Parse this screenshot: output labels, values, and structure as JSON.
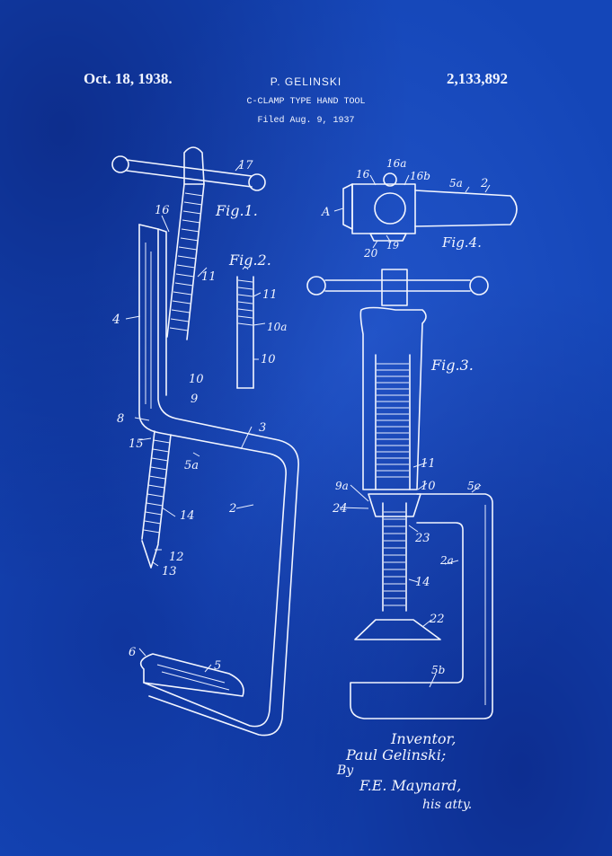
{
  "header": {
    "date": "Oct. 18, 1938.",
    "inventor": "P. GELINSKI",
    "patent_number": "2,133,892",
    "title": "C-CLAMP TYPE HAND TOOL",
    "filed": "Filed Aug. 9, 1937"
  },
  "figures": {
    "fig1": "Fig.1.",
    "fig2": "Fig.2.",
    "fig3": "Fig.3.",
    "fig4": "Fig.4."
  },
  "reference_labels": {
    "l17": "17",
    "l16": "16",
    "l11": "11",
    "l4": "4",
    "l10": "10",
    "l9": "9",
    "l8": "8",
    "l15": "15",
    "l3": "3",
    "l5a": "5a",
    "l2": "2",
    "l14": "14",
    "l12": "12",
    "l13": "13",
    "l6": "6",
    "l5": "5",
    "f2_11": "11",
    "f2_10a": "10a",
    "f2_10": "10",
    "f4_16a": "16a",
    "f4_16": "16",
    "f4_16b": "16b",
    "f4_5a": "5a",
    "f4_2": "2",
    "f4_A": "A",
    "f4_19": "19",
    "f4_20": "20",
    "f3_11": "11",
    "f3_9a": "9a",
    "f3_10": "10",
    "f3_5c": "5c",
    "f3_24": "24",
    "f3_23": "23",
    "f3_2a": "2a",
    "f3_14": "14",
    "f3_22": "22",
    "f3_5b": "5b"
  },
  "signature": {
    "inventor_line": "Inventor,",
    "inventor_name": "Paul Gelinski;",
    "by": "By",
    "attorney": "F.E. Maynard,",
    "attorney_role": "his atty."
  },
  "colors": {
    "paper": "#1446b8",
    "ink": "#f2f5ff"
  }
}
